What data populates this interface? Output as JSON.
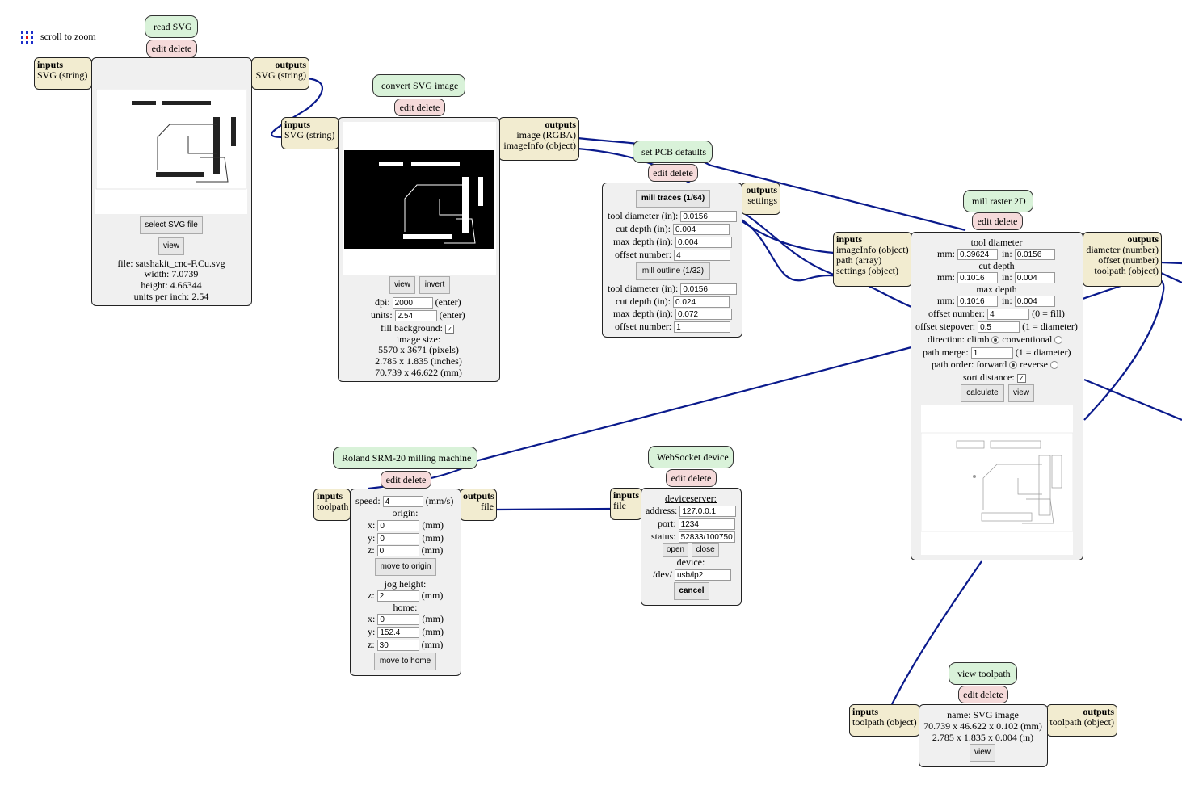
{
  "zoom_hint": "scroll to zoom",
  "common": {
    "edit_delete": "edit delete",
    "inputs": "inputs",
    "outputs": "outputs",
    "view": "view"
  },
  "read_svg": {
    "title": "read SVG",
    "input": "SVG (string)",
    "output": "SVG (string)",
    "select_button": "select SVG file",
    "file": "file: satshakit_cnc-F.Cu.svg",
    "width": "width: 7.0739",
    "height": "height: 4.66344",
    "units": "units per inch: 2.54"
  },
  "convert_svg": {
    "title": "convert SVG image",
    "input": "SVG (string)",
    "outputs": [
      "image (RGBA)",
      "imageInfo (object)"
    ],
    "invert_button": "invert",
    "dpi_label": "dpi:",
    "dpi_value": "2000",
    "enter": "(enter)",
    "units_label": "units:",
    "units_value": "2.54",
    "fill_background": "fill background:",
    "image_size": "image size:",
    "size_pixels": "5570 x 3671 (pixels)",
    "size_inches": "2.785 x 1.835 (inches)",
    "size_mm": "70.739 x 46.622 (mm)"
  },
  "pcb_defaults": {
    "title": "set PCB defaults",
    "output": "settings",
    "traces_button": "mill traces (1/64)",
    "outline_button": "mill outline (1/32)",
    "fields_labels": [
      "tool diameter (in):",
      "cut depth (in):",
      "max depth (in):",
      "offset number:"
    ],
    "traces_values": [
      "0.0156",
      "0.004",
      "0.004",
      "4"
    ],
    "outline_values": [
      "0.0156",
      "0.024",
      "0.072",
      "1"
    ]
  },
  "mill_raster": {
    "title": "mill raster 2D",
    "inputs": [
      "imageInfo (object)",
      "path (array)",
      "settings (object)"
    ],
    "outputs": [
      "diameter (number)",
      "offset (number)",
      "toolpath (object)"
    ],
    "tool_diameter": "tool diameter",
    "cut_depth": "cut depth",
    "max_depth": "max depth",
    "mm": "mm:",
    "in": "in:",
    "tool_mm": "0.39624",
    "tool_in": "0.0156",
    "cut_mm": "0.1016",
    "cut_in": "0.004",
    "max_mm": "0.1016",
    "max_in": "0.004",
    "offset_number_label": "offset number:",
    "offset_number": "4",
    "offset_note": "(0 = fill)",
    "stepover_label": "offset stepover:",
    "stepover": "0.5",
    "stepover_note": "(1 = diameter)",
    "direction_label": "direction: climb",
    "conventional": "conventional",
    "path_merge_label": "path merge:",
    "path_merge": "1",
    "merge_note": "(1 = diameter)",
    "path_order_label": "path order: forward",
    "reverse": "reverse",
    "sort_distance": "sort distance:",
    "calculate_button": "calculate"
  },
  "roland": {
    "title": "Roland SRM-20 milling machine",
    "input": "toolpath",
    "output": "file",
    "speed_label": "speed:",
    "speed": "4",
    "speed_unit": "(mm/s)",
    "origin": "origin:",
    "x_label": "x:",
    "y_label": "y:",
    "z_label": "z:",
    "mm_unit": "(mm)",
    "origin_x": "0",
    "origin_y": "0",
    "origin_z": "0",
    "move_origin": "move to origin",
    "jog_height": "jog height:",
    "jog_z": "2",
    "home": "home:",
    "home_x": "0",
    "home_y": "152.4",
    "home_z": "30",
    "move_home": "move to home"
  },
  "websocket": {
    "title": "WebSocket device",
    "input": "file",
    "deviceserver": "deviceserver:",
    "address_label": "address:",
    "address": "127.0.0.1",
    "port_label": "port:",
    "port": "1234",
    "status_label": "status:",
    "status": "52833/100750",
    "open": "open",
    "close": "close",
    "device": "device:",
    "dev_prefix": "/dev/",
    "dev_value": "usb/lp2",
    "cancel": "cancel"
  },
  "view_toolpath": {
    "title": "view toolpath",
    "input": "toolpath (object)",
    "output": "toolpath (object)",
    "name": "name: SVG image",
    "dims_mm": "70.739 x 46.622 x 0.102 (mm)",
    "dims_in": "2.785 x 1.835 x 0.004 (in)"
  },
  "colors": {
    "title_bg": "#d9f2d9",
    "edit_bg": "#f5dada",
    "port_bg": "#f2ecd0",
    "body_bg": "#f0f0f0",
    "wire": "#0a1a8c"
  }
}
